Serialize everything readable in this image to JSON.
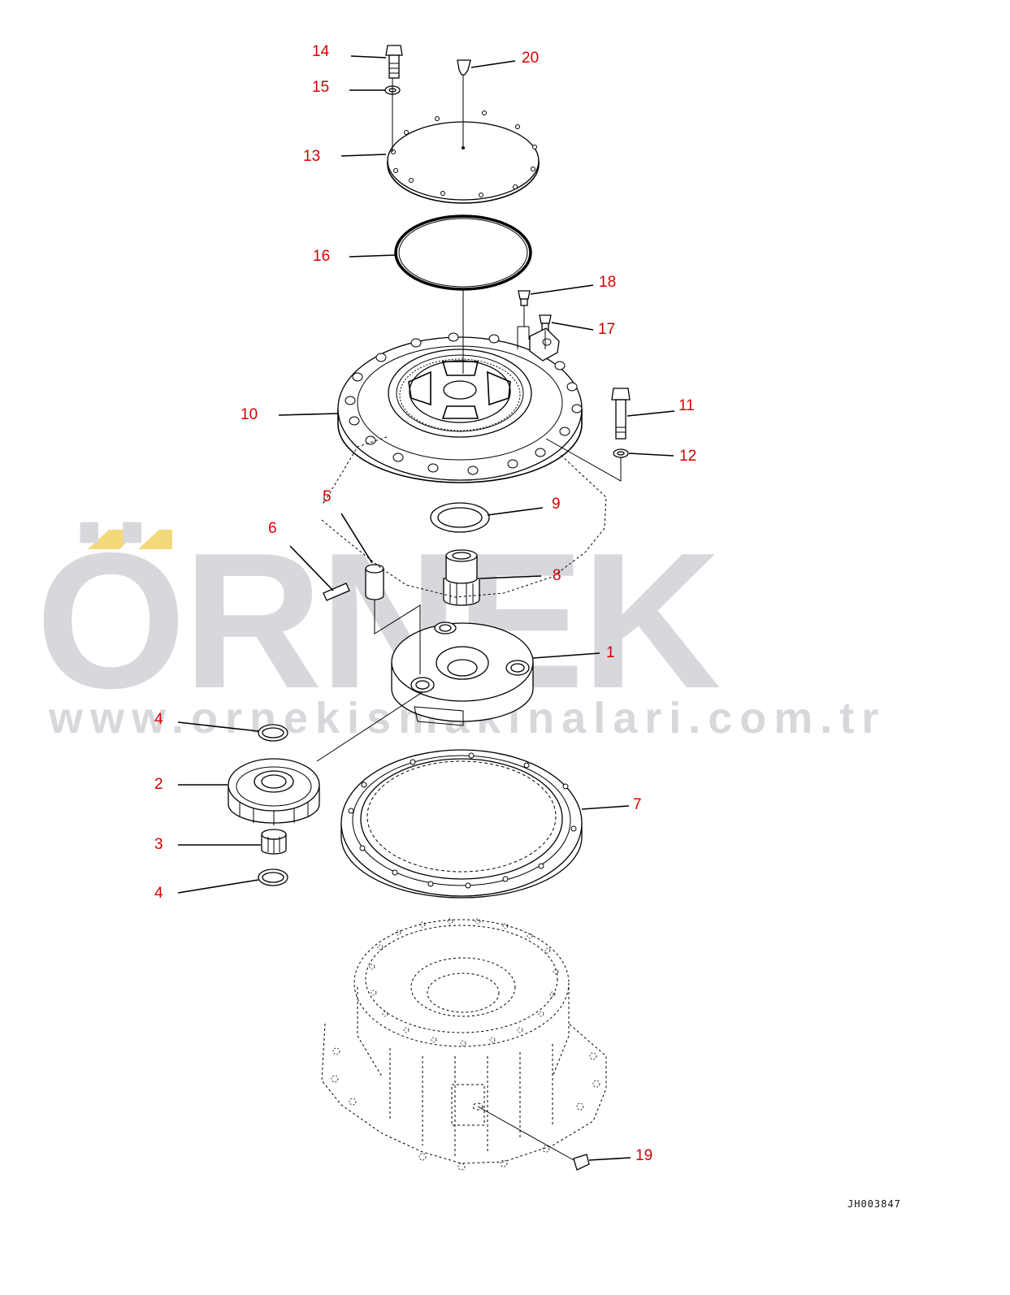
{
  "watermark": {
    "brand": "ÖRNEK",
    "url": "www.ornekismakinalari.com.tr",
    "accent_color": "#f3d97a",
    "text_color": "#d8d8dc"
  },
  "label_color": "#d60000",
  "drawing_code": "JH003847",
  "callouts": [
    {
      "id": "c14",
      "text": "14"
    },
    {
      "id": "c15",
      "text": "15"
    },
    {
      "id": "c20",
      "text": "20"
    },
    {
      "id": "c13",
      "text": "13"
    },
    {
      "id": "c16",
      "text": "16"
    },
    {
      "id": "c18",
      "text": "18"
    },
    {
      "id": "c17",
      "text": "17"
    },
    {
      "id": "c10",
      "text": "10"
    },
    {
      "id": "c11",
      "text": "11"
    },
    {
      "id": "c12",
      "text": "12"
    },
    {
      "id": "c5",
      "text": "5"
    },
    {
      "id": "c9",
      "text": "9"
    },
    {
      "id": "c6",
      "text": "6"
    },
    {
      "id": "c8",
      "text": "8"
    },
    {
      "id": "c1",
      "text": "1"
    },
    {
      "id": "c4a",
      "text": "4"
    },
    {
      "id": "c2",
      "text": "2"
    },
    {
      "id": "c7",
      "text": "7"
    },
    {
      "id": "c3",
      "text": "3"
    },
    {
      "id": "c4b",
      "text": "4"
    },
    {
      "id": "c19",
      "text": "19"
    }
  ]
}
